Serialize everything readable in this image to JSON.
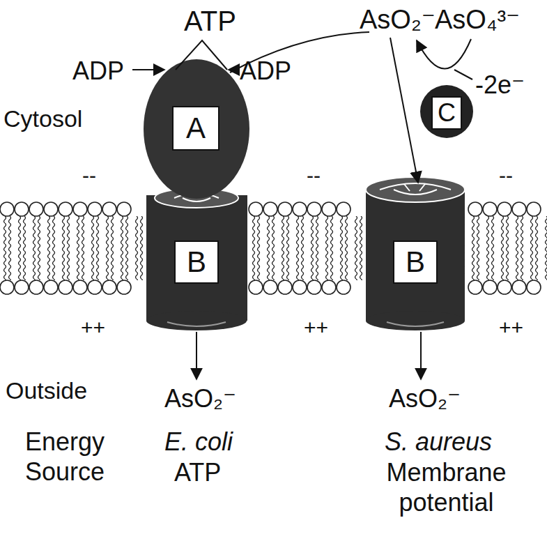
{
  "diagram": {
    "nodes": [
      {
        "text": [
          "A"
        ]
      },
      {
        "text": [
          "B"
        ]
      },
      {
        "text": [
          "C"
        ]
      },
      {
        "text": [
          "B"
        ]
      }
    ],
    "labels": [
      "ATP",
      "ADP",
      "ADP",
      "AsO₂⁻",
      "AsO₄³⁻",
      "-2e⁻",
      "Cytosol",
      "--",
      "--",
      "--",
      "++",
      "++",
      "++",
      "Outside",
      "AsO₂⁻",
      "AsO₂⁻",
      "Energy Source",
      "E. coli",
      "ATP",
      "S. aureus",
      "Membrane potential"
    ]
  }
}
